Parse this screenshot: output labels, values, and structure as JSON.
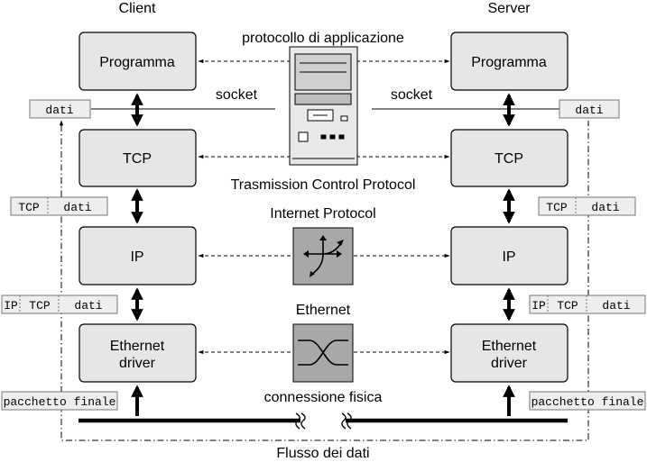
{
  "columns": {
    "client": "Client",
    "server": "Server"
  },
  "layers": {
    "program": "Programma",
    "tcp": "TCP",
    "ip": "IP",
    "ethernet_line1": "Ethernet",
    "ethernet_line2": "driver"
  },
  "protocols": {
    "application": "protocollo di applicazione",
    "tcp": "Trasmission Control Protocol",
    "ip": "Internet Protocol",
    "ethernet": "Ethernet",
    "physical": "connessione fisica"
  },
  "socket_label": "socket",
  "packets": {
    "dati": "dati",
    "tcp": "TCP",
    "ip": "IP",
    "final": "pacchetto finale"
  },
  "flow_label": "Flusso dei dati",
  "colors": {
    "box_fill": "#e6e6e6",
    "packet_fill": "#eeeeee",
    "icon_fill": "#a8a8a8",
    "stroke": "#000000"
  },
  "icons": {
    "computer": "computer-tower-icon",
    "router": "router-icon",
    "switch": "ethernet-switch-icon"
  }
}
